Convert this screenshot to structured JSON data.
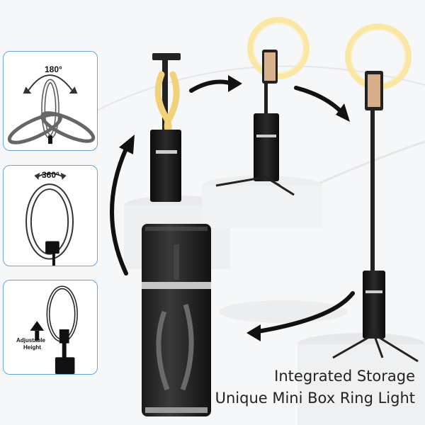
{
  "panels": [
    {
      "id": "rotate-180",
      "label": "180°"
    },
    {
      "id": "rotate-360",
      "label": "360°"
    },
    {
      "id": "adjustable-height",
      "label_line1": "Adjustable",
      "label_line2": "Height"
    }
  ],
  "caption": {
    "line1": "Integrated Storage",
    "line2": "Unique Mini Box Ring Light"
  },
  "colors": {
    "panel_border": "#6aa3d8",
    "ring_warm": "#f7dd8a",
    "device_black": "#1a1a1a",
    "arrow": "#111111"
  }
}
